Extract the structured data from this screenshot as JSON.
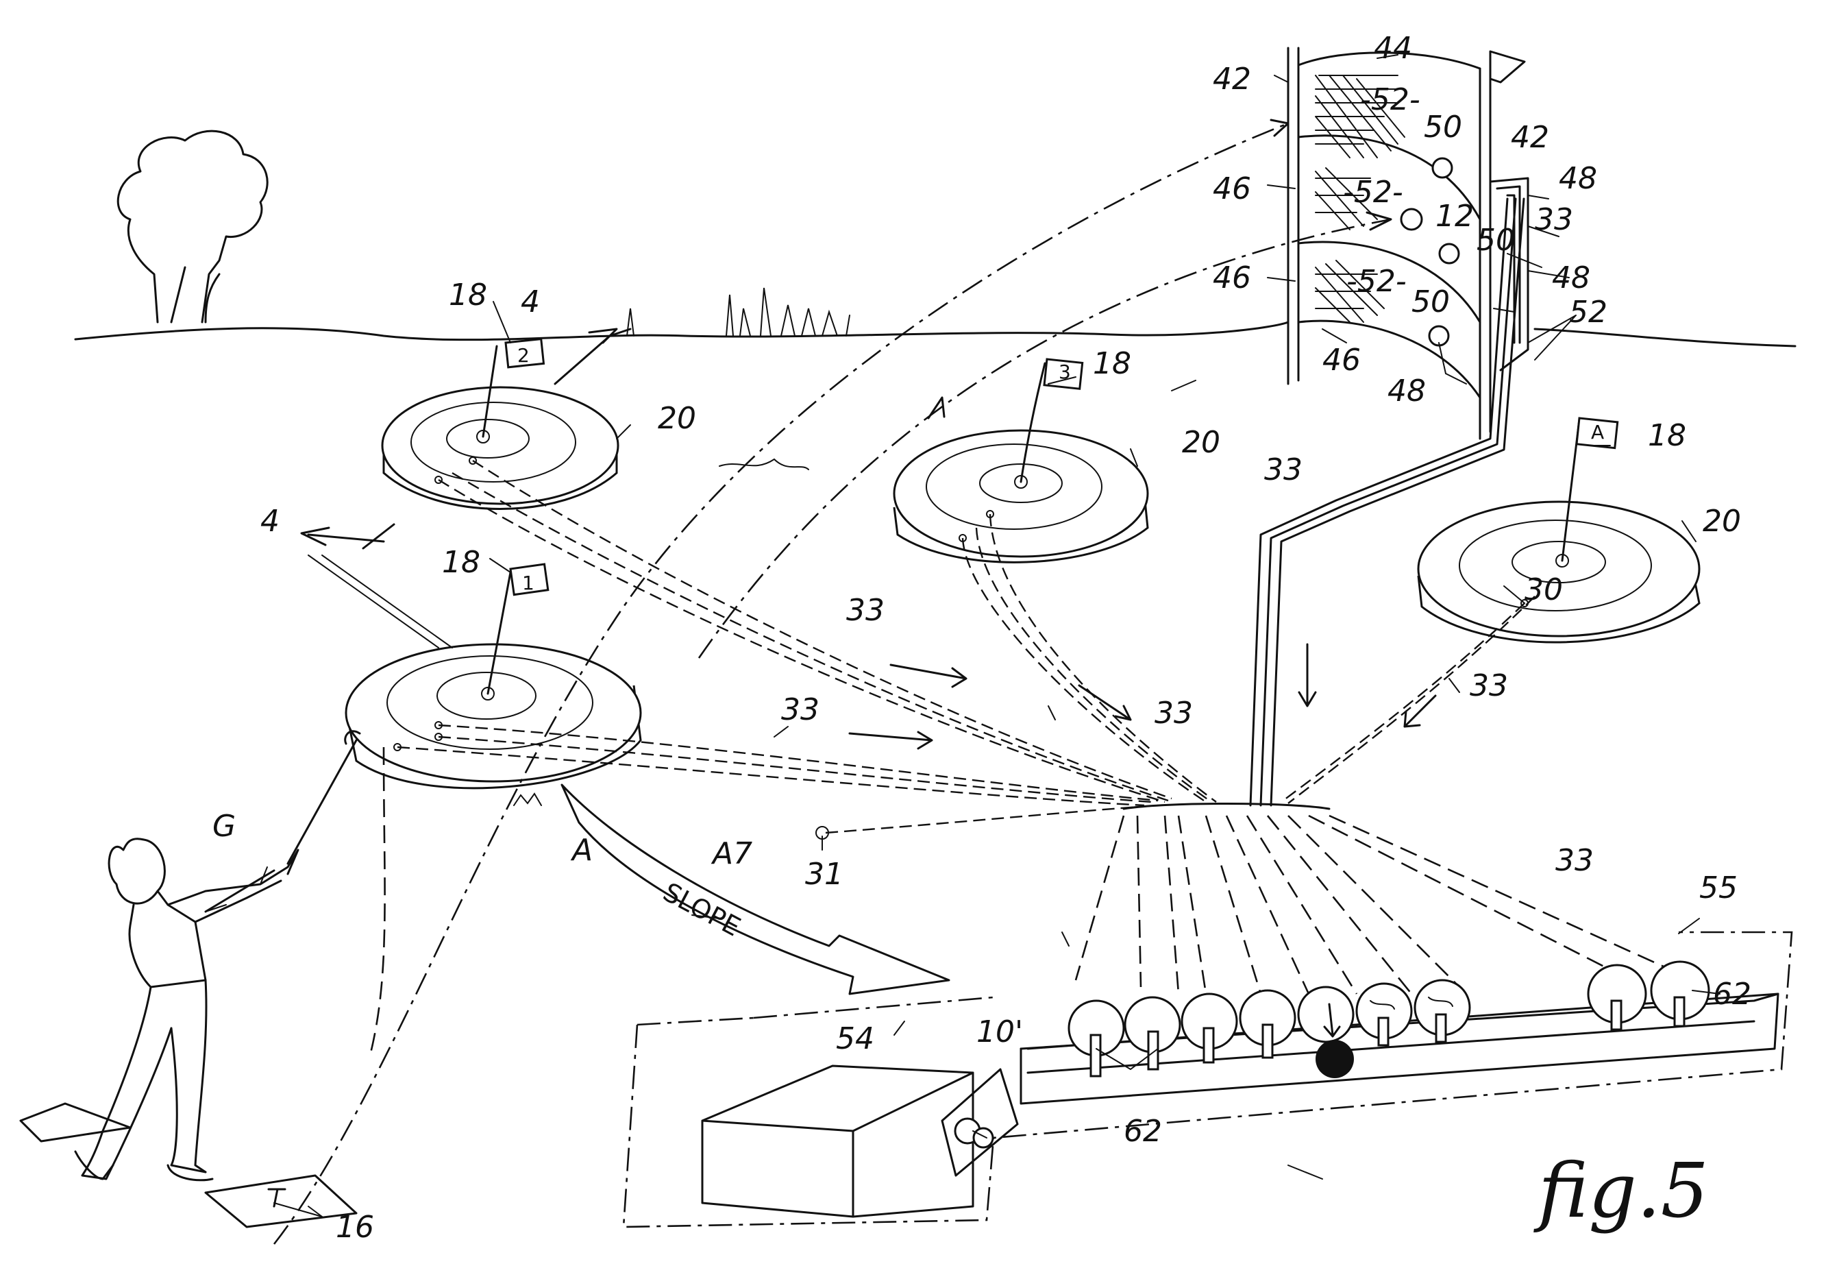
{
  "figure": {
    "caption": "fig.5"
  },
  "labels": {
    "tee": "16",
    "golfer": "G",
    "flag": "18",
    "green": "20",
    "pipe": "33",
    "section": "4",
    "target_post": "42",
    "target_top": "44",
    "target_ring": "46",
    "target_hole": "48",
    "target_ball": "50",
    "net": "-52-",
    "chute": "52",
    "ball": "12",
    "cup": "30",
    "drain": "31",
    "ball_return": "10'",
    "collector": "54",
    "tray": "55",
    "bin": "62",
    "slope_arrow": "A7",
    "trajectory": "A"
  },
  "flags": [
    "1",
    "2",
    "3",
    "A"
  ],
  "slope_text": "SLOPE"
}
